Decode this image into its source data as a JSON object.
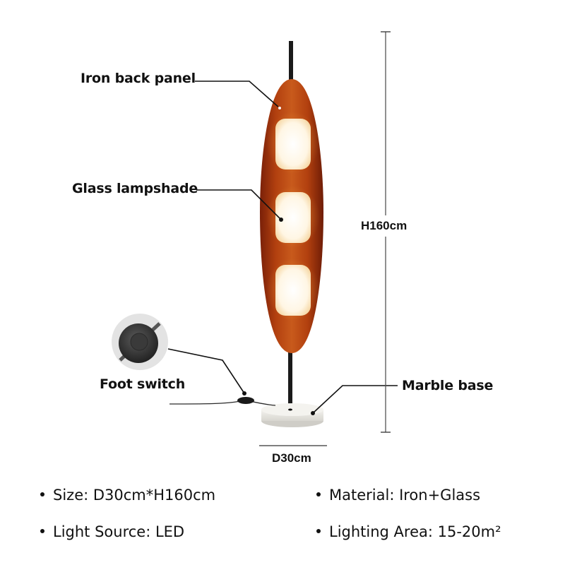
{
  "product": {
    "callouts": {
      "iron_back_panel": "Iron back panel",
      "glass_lampshade": "Glass lampshade",
      "foot_switch": "Foot switch",
      "marble_base": "Marble base"
    },
    "dimensions": {
      "height": "H160cm",
      "diameter": "D30cm"
    },
    "specs": [
      {
        "label": "Size: D30cm*H160cm"
      },
      {
        "label": "Material: Iron+Glass"
      },
      {
        "label": "Light Source: LED"
      },
      {
        "label": "Lighting Area: 15-20m²"
      }
    ],
    "colors": {
      "panel": "#b2400f",
      "panel_dark": "#7a2008",
      "glow": "#fff6e4",
      "pole": "#1a1a1a",
      "base": "#ecebe6"
    }
  }
}
